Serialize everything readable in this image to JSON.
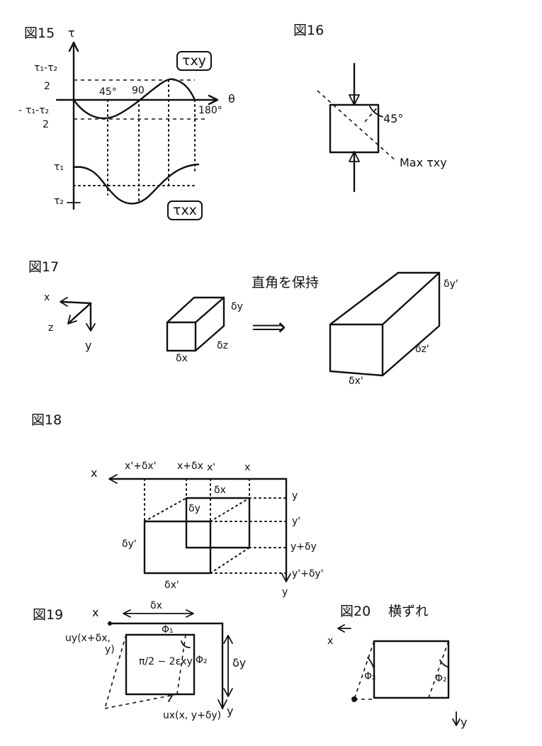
{
  "figures": {
    "fig15": {
      "title": "図15",
      "y_axis": "τ",
      "x_axis": "θ",
      "ticks": {
        "t45": "45°",
        "t90": "90",
        "t180": "180°"
      },
      "y_labels": {
        "pos_num": "τ₁-τ₂",
        "pos_den": "2",
        "neg_num": "τ₁-τ₂",
        "neg_den": "2",
        "tau1": "τ₁",
        "tau2": "τ₂"
      },
      "curve_labels": {
        "txy": "τxy",
        "txx": "τxx"
      }
    },
    "fig16": {
      "title": "図16",
      "angle": "45°",
      "note": "Max τxy"
    },
    "fig17": {
      "title": "図17",
      "axes": {
        "x": "x",
        "z": "z",
        "y": "y"
      },
      "small": {
        "dx": "δx",
        "dy": "δy",
        "dz": "δz"
      },
      "caption": "直角を保持",
      "arrow": "⟹",
      "large": {
        "dx": "δx'",
        "dy": "δy'",
        "dz": "δz'"
      }
    },
    "fig18": {
      "title": "図18",
      "top_labels": {
        "x_axis": "x",
        "x_prime_plus": "x'+δx'",
        "x_plus": "x+δx",
        "x_prime": "x'",
        "x": "x"
      },
      "right_labels": {
        "y": "y",
        "y_prime": "y'",
        "y_plus": "y+δy",
        "y_prime_plus": "y'+δy'",
        "y_axis": "y"
      },
      "inner": {
        "dx": "δx",
        "dy": "δy",
        "dy_prime": "δy'",
        "dx_prime": "δx'"
      }
    },
    "fig19": {
      "title": "図19",
      "x_axis": "x",
      "dx": "δx",
      "phi1": "Φ₁",
      "phi2": "Φ₂",
      "uy": "uy(x+δx,",
      "uy2": "y)",
      "angle": "π/2 − 2εxy",
      "dy": "δy",
      "y_axis": "y",
      "ux": "ux(x, y+δy)"
    },
    "fig20": {
      "title": "図20",
      "caption": "横ずれ",
      "x": "x",
      "phi2_left": "Φ₂",
      "phi2_right": "Φ₂",
      "y": "y"
    }
  }
}
